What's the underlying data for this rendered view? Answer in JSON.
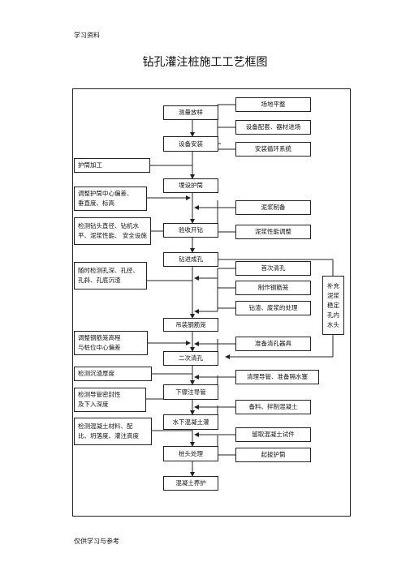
{
  "page": {
    "header": "学习资料",
    "title": "钻孔灌注桩施工工艺框图",
    "footer": "仅供学习与参考"
  },
  "flowchart": {
    "main_steps": [
      "测量放样",
      "设备安装",
      "埋设护筒",
      "验收开钻",
      "钻进成孔",
      "吊装钢筋笼",
      "二次清孔",
      "下骤注导管",
      "水下混凝土灌",
      "桩头处理",
      "混凝土养护"
    ],
    "right_inputs": [
      "场地平整",
      "设备配套、器材进场",
      "安装循环系统",
      "泥浆制备",
      "泥浆性能调整",
      "首次清孔",
      "制作钢筋笼",
      "钻渣、废浆的处理",
      "准备清孔器具",
      "清理导管、准备隔水塞",
      "备料、拌制混凝土",
      "留取混凝土试件",
      "起拔护筒"
    ],
    "left_inputs": [
      "护筒加工",
      "调整护筒中心偏差、\n垂直度、标高",
      "检测钻头直径、钻机水\n平、泥浆性能、 安全设施",
      "随时检测孔深、孔径、\n孔斜、孔底沉渣",
      "调整钢筋笼高程\n与桩位中心偏差",
      "检测沉渣厚度",
      "检测导管密封性\n及下入深度",
      "检测混凝土材料、配\n比、坍落度、灌注高度"
    ],
    "side_note": [
      "补充",
      "泥浆",
      "稳定",
      "孔内",
      "水头"
    ]
  }
}
